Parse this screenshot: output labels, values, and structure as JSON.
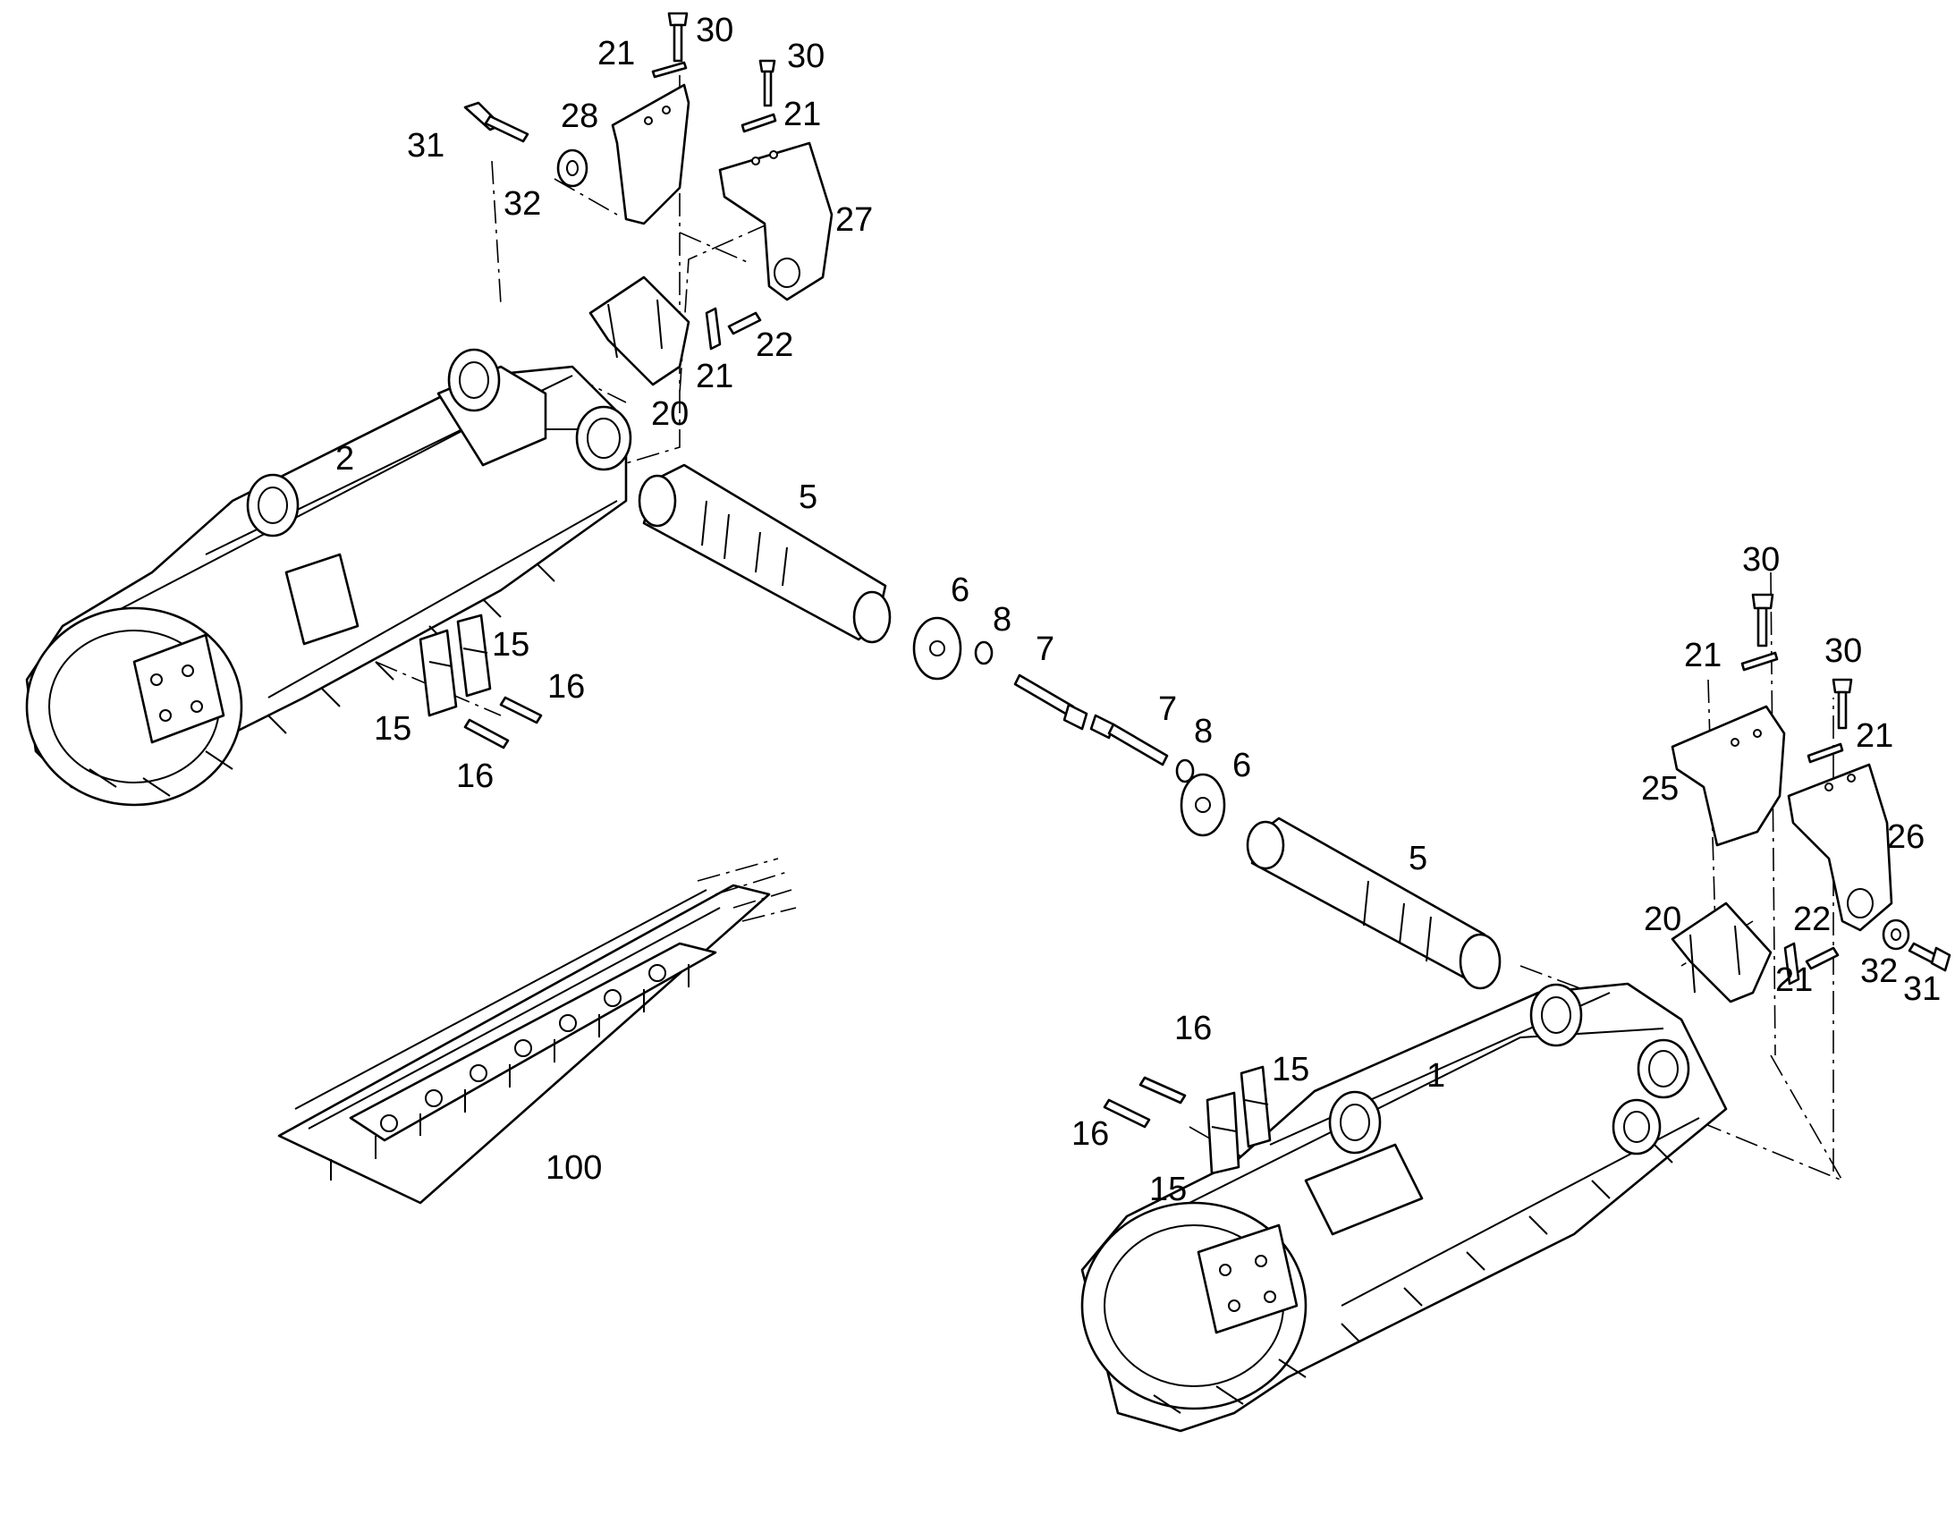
{
  "diagram": {
    "callouts": {
      "left_track_frame": "2",
      "right_track_frame": "1",
      "track_chain": "100",
      "axle_upper": "5",
      "axle_lower": "5",
      "flange_upper": "6",
      "flange_lower": "6",
      "bolt_upper": "7",
      "bolt_lower": "7",
      "washer_upper": "8",
      "washer_lower": "8",
      "bracket_left_top": "28",
      "bracket_left_right": "27",
      "bracket_right_left": "25",
      "bracket_right_right": "26",
      "mount_upper": "20",
      "mount_lower": "20",
      "plate_a": "21",
      "plate_b": "21",
      "plate_c": "21",
      "plate_d": "21",
      "plate_e": "21",
      "plate_f": "21",
      "pin_upper": "22",
      "pin_lower": "22",
      "screw_a": "30",
      "screw_b": "30",
      "screw_c": "30",
      "screw_d": "30",
      "bolt31_upper": "31",
      "bolt31_lower": "31",
      "washer32_upper": "32",
      "washer32_lower": "32",
      "clamp_a": "15",
      "clamp_b": "15",
      "clamp_c": "15",
      "clamp_d": "15",
      "bolt16_a": "16",
      "bolt16_b": "16",
      "bolt16_c": "16",
      "bolt16_d": "16"
    }
  }
}
